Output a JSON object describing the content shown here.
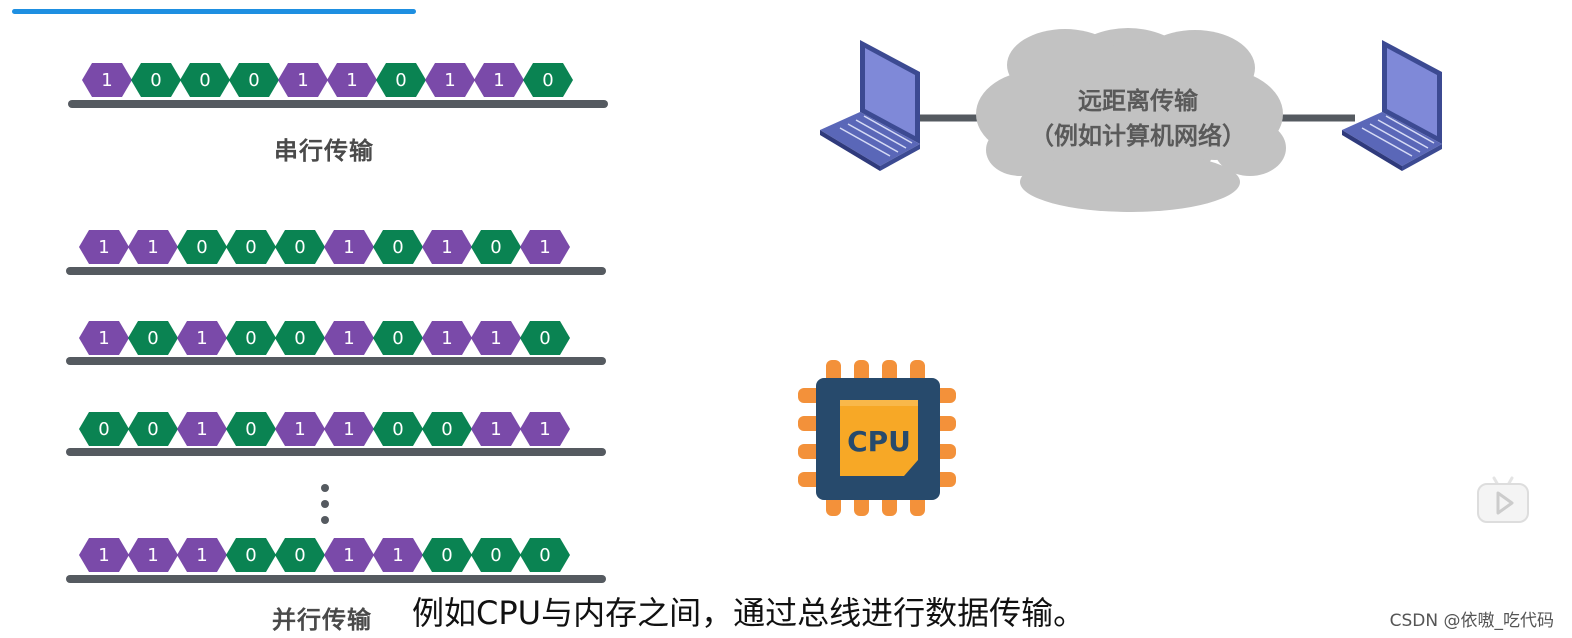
{
  "serial": {
    "bits": [
      "1",
      "0",
      "0",
      "0",
      "1",
      "1",
      "0",
      "1",
      "1",
      "0"
    ],
    "label": "串行传输"
  },
  "parallel": {
    "rows": [
      [
        "1",
        "1",
        "0",
        "0",
        "0",
        "1",
        "0",
        "1",
        "0",
        "1"
      ],
      [
        "1",
        "0",
        "1",
        "0",
        "0",
        "1",
        "0",
        "1",
        "1",
        "0"
      ],
      [
        "0",
        "0",
        "1",
        "0",
        "1",
        "1",
        "0",
        "0",
        "1",
        "1"
      ],
      [
        "1",
        "1",
        "1",
        "0",
        "0",
        "1",
        "1",
        "0",
        "0",
        "0"
      ]
    ],
    "label": "并行传输"
  },
  "network": {
    "line1": "远距离传输",
    "line2": "（例如计算机网络）"
  },
  "cpu": {
    "label": "CPU"
  },
  "subtitle": "例如CPU与内存之间，通过总线进行数据传输。",
  "watermark": "CSDN @依嗷_吃代码",
  "colors": {
    "bit_one": "#7a4aa9",
    "bit_zero": "#0a8352",
    "rail": "#555a60",
    "progress": "#1e8fe1",
    "cloud": "#c2c2c2",
    "laptop_screen": "#7f89d8",
    "cpu_pins": "#f3913a",
    "cpu_body": "#274a6c",
    "cpu_core": "#f7a826"
  },
  "icons": [
    "laptop-icon",
    "cloud-icon",
    "cpu-icon",
    "play-icon"
  ]
}
